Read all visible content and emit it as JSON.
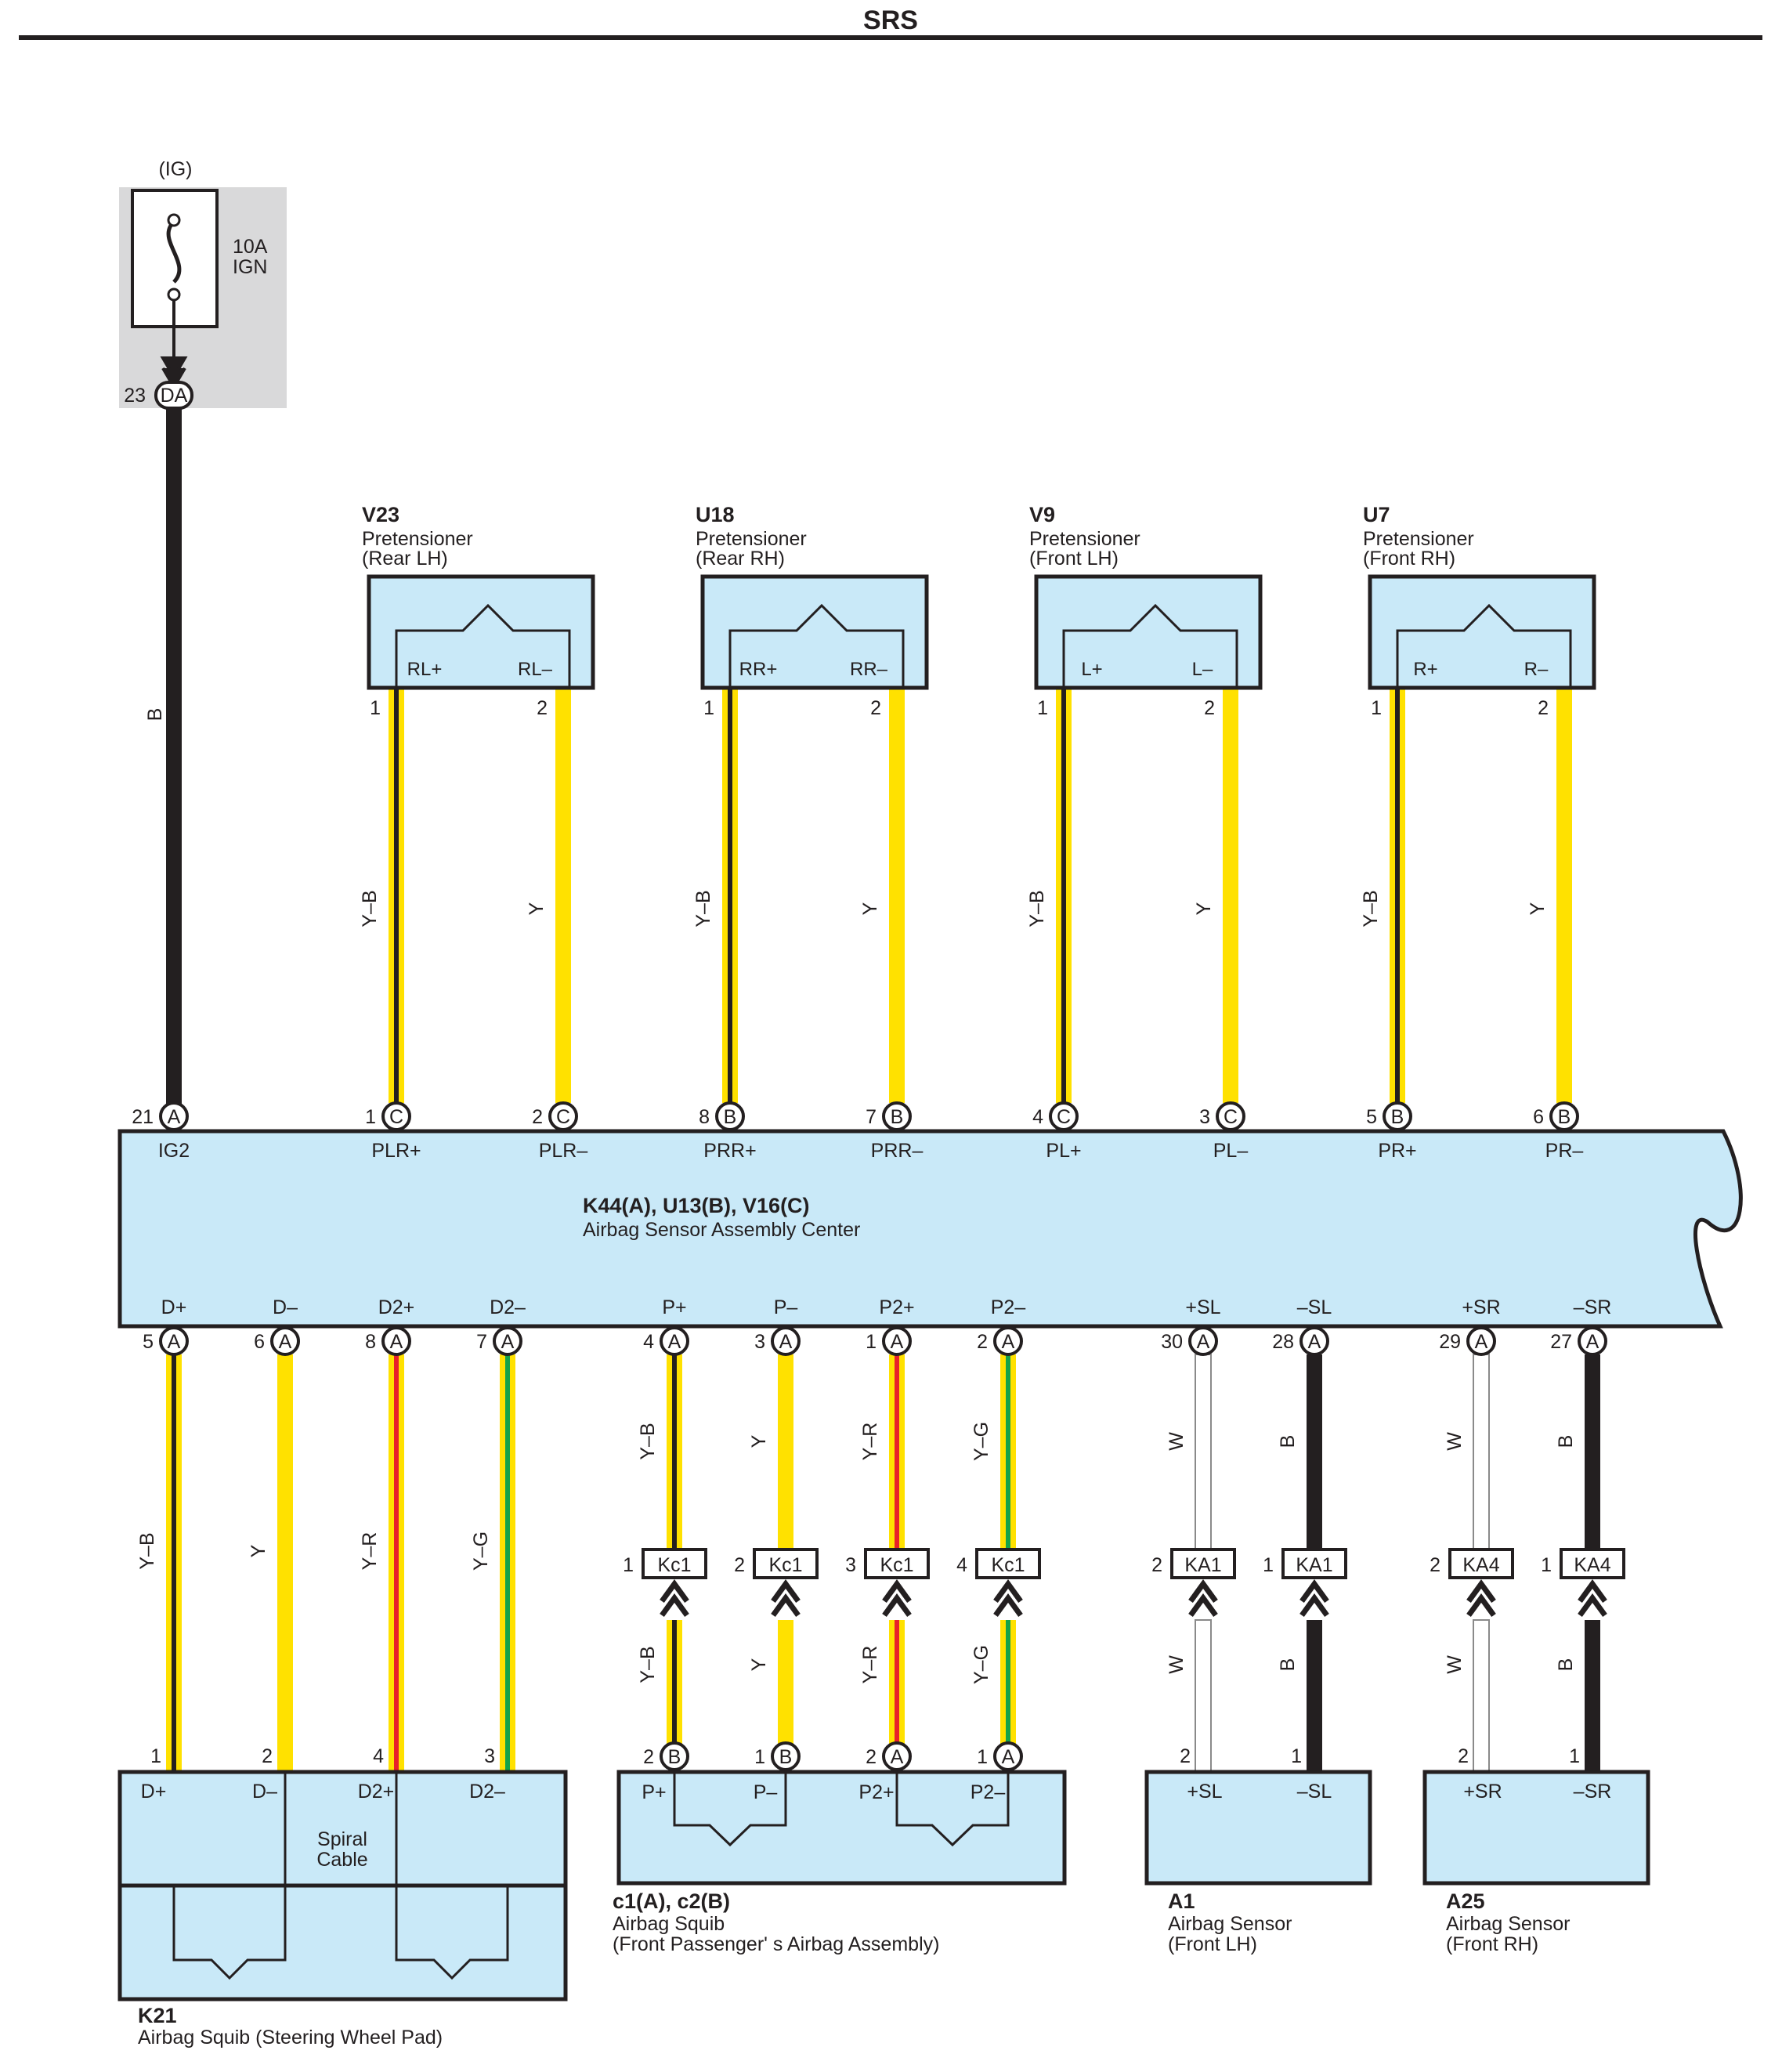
{
  "header": {
    "title": "SRS"
  },
  "fuse": {
    "power": "(IG)",
    "rating": "10A",
    "name": "IGN",
    "pin": "23",
    "connector": "DA",
    "wire_color": "B"
  },
  "colors": {
    "yellow": "#FFE100",
    "black": "#231f20",
    "red": "#E8202A",
    "green": "#14A24A",
    "white": "#ffffff",
    "component_fill": "#C9E9F8",
    "fuse_zone": "#D9D9DA"
  },
  "pretensioners": [
    {
      "code": "V23",
      "name": "Pretensioner",
      "position": "(Rear LH)",
      "plus": "RL+",
      "minus": "RL–"
    },
    {
      "code": "U18",
      "name": "Pretensioner",
      "position": "(Rear RH)",
      "plus": "RR+",
      "minus": "RR–"
    },
    {
      "code": "V9",
      "name": "Pretensioner",
      "position": "(Front LH)",
      "plus": "L+",
      "minus": "L–"
    },
    {
      "code": "U7",
      "name": "Pretensioner",
      "position": "(Front RH)",
      "plus": "R+",
      "minus": "R–"
    }
  ],
  "pretensioner_pins": {
    "plus": "1",
    "minus": "2"
  },
  "ecu": {
    "code": "K44(A), U13(B), V16(C)",
    "name": "Airbag Sensor Assembly Center",
    "top_terminals": [
      {
        "pin": "21",
        "conn": "A",
        "label": "IG2"
      },
      {
        "pin": "1",
        "conn": "C",
        "label": "PLR+"
      },
      {
        "pin": "2",
        "conn": "C",
        "label": "PLR–"
      },
      {
        "pin": "8",
        "conn": "B",
        "label": "PRR+"
      },
      {
        "pin": "7",
        "conn": "B",
        "label": "PRR–"
      },
      {
        "pin": "4",
        "conn": "C",
        "label": "PL+"
      },
      {
        "pin": "3",
        "conn": "C",
        "label": "PL–"
      },
      {
        "pin": "5",
        "conn": "B",
        "label": "PR+"
      },
      {
        "pin": "6",
        "conn": "B",
        "label": "PR–"
      }
    ],
    "bottom_terminals": [
      {
        "pin": "5",
        "conn": "A",
        "label": "D+"
      },
      {
        "pin": "6",
        "conn": "A",
        "label": "D–"
      },
      {
        "pin": "8",
        "conn": "A",
        "label": "D2+"
      },
      {
        "pin": "7",
        "conn": "A",
        "label": "D2–"
      },
      {
        "pin": "4",
        "conn": "A",
        "label": "P+"
      },
      {
        "pin": "3",
        "conn": "A",
        "label": "P–"
      },
      {
        "pin": "1",
        "conn": "A",
        "label": "P2+"
      },
      {
        "pin": "2",
        "conn": "A",
        "label": "P2–"
      },
      {
        "pin": "30",
        "conn": "A",
        "label": "+SL"
      },
      {
        "pin": "28",
        "conn": "A",
        "label": "–SL"
      },
      {
        "pin": "29",
        "conn": "A",
        "label": "+SR"
      },
      {
        "pin": "27",
        "conn": "A",
        "label": "–SR"
      }
    ]
  },
  "wires_top": [
    "Y–B",
    "Y",
    "Y–B",
    "Y",
    "Y–B",
    "Y",
    "Y–B",
    "Y"
  ],
  "wires_bottom": [
    "Y–B",
    "Y",
    "Y–R",
    "Y–G",
    "Y–B",
    "Y",
    "Y–R",
    "Y–G",
    "W",
    "B",
    "W",
    "B"
  ],
  "junctions": [
    {
      "pin": "1",
      "conn": "Kc1"
    },
    {
      "pin": "2",
      "conn": "Kc1"
    },
    {
      "pin": "3",
      "conn": "Kc1"
    },
    {
      "pin": "4",
      "conn": "Kc1"
    },
    {
      "pin": "2",
      "conn": "KA1"
    },
    {
      "pin": "1",
      "conn": "KA1"
    },
    {
      "pin": "2",
      "conn": "KA4"
    },
    {
      "pin": "1",
      "conn": "KA4"
    }
  ],
  "k21": {
    "code": "K21",
    "name": "Airbag Squib (Steering Wheel Pad)",
    "inner": "Spiral Cable",
    "pins": [
      "1",
      "2",
      "4",
      "3"
    ],
    "labels": [
      "D+",
      "D–",
      "D2+",
      "D2–"
    ]
  },
  "c1c2": {
    "code": "c1(A), c2(B)",
    "name": "Airbag Squib",
    "position": "(Front Passenger' s Airbag Assembly)",
    "pins": [
      {
        "pin": "2",
        "conn": "B"
      },
      {
        "pin": "1",
        "conn": "B"
      },
      {
        "pin": "2",
        "conn": "A"
      },
      {
        "pin": "1",
        "conn": "A"
      }
    ],
    "labels": [
      "P+",
      "P–",
      "P2+",
      "P2–"
    ]
  },
  "a1": {
    "code": "A1",
    "name": "Airbag Sensor",
    "position": "(Front LH)",
    "pins": [
      "2",
      "1"
    ],
    "labels": [
      "+SL",
      "–SL"
    ]
  },
  "a25": {
    "code": "A25",
    "name": "Airbag Sensor",
    "position": "(Front RH)",
    "pins": [
      "2",
      "1"
    ],
    "labels": [
      "+SR",
      "–SR"
    ]
  }
}
